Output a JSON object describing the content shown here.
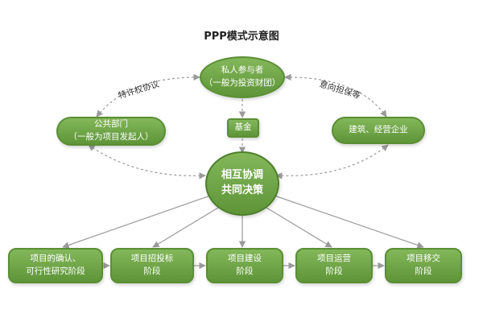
{
  "diagram": {
    "title": "PPP模式示意图",
    "colors": {
      "node_fill_top": "#83b75a",
      "node_fill_bottom": "#5e9538",
      "node_border": "#5a8f34",
      "line": "#9a9a9a",
      "text_dark": "#333333"
    },
    "nodes": {
      "private": {
        "line1": "私人参与者",
        "line2": "（一般为投资财团）"
      },
      "public": {
        "line1": "公共部门",
        "line2": "（一般为项目发起人）"
      },
      "construction": {
        "line1": "建筑、经营企业"
      },
      "fund": {
        "line1": "基金"
      },
      "center": {
        "line1": "相互协调",
        "line2": "共同决策"
      }
    },
    "edge_labels": {
      "franchise": "特许权协议",
      "guarantee": "意向担保等"
    },
    "phases": [
      {
        "line1": "项目的确认、",
        "line2": "可行性研究阶段"
      },
      {
        "line1": "项目招投标",
        "line2": "阶段"
      },
      {
        "line1": "项目建设",
        "line2": "阶段"
      },
      {
        "line1": "项目运营",
        "line2": "阶段"
      },
      {
        "line1": "项目移交",
        "line2": "阶段"
      }
    ]
  }
}
